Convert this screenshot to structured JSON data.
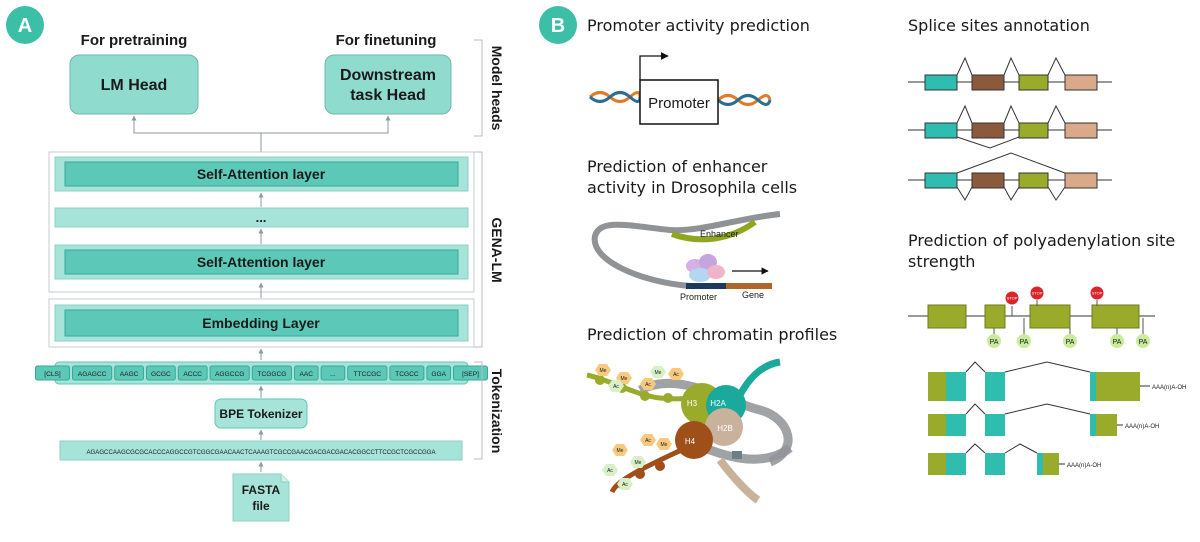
{
  "panel_a": {
    "badge": "A",
    "for_pretraining": "For pretraining",
    "for_finetuning": "For finetuning",
    "lm_head": "LM Head",
    "downstream_line1": "Downstream",
    "downstream_line2": "task Head",
    "self_attention_top": "Self-Attention layer",
    "ellipsis": "...",
    "self_attention_bottom": "Self-Attention layer",
    "embedding": "Embedding Layer",
    "tokens": [
      "[CLS]",
      "AGAGCC",
      "AAGC",
      "GCGC",
      "ACCC",
      "AGGCCG",
      "TCGGCG",
      "AAC",
      "...",
      "TTCCGC",
      "TCGCC",
      "GGA",
      "[SEP]"
    ],
    "bpe_tokenizer": "BPE Tokenizer",
    "sequence": "AGAGCCAAGCGCGCACCCAGGCCGTCGGCGAACAACTCAAAGTCGCCGAACGACGACGACACGGCCTTCCGCTCGCCGGA",
    "fasta_line1": "FASTA",
    "fasta_line2": "file",
    "side_model_heads": "Model heads",
    "side_gena_lm": "GENA-LM",
    "side_tokenization": "Tokenization"
  },
  "panel_b": {
    "badge": "B",
    "promoter_title": "Promoter activity prediction",
    "promoter_label": "Promoter",
    "enhancer_title_line1": "Prediction of enhancer",
    "enhancer_title_line2": "activity in Drosophila cells",
    "enhancer_label": "Enhancer",
    "enh_promoter_label": "Promoter",
    "gene_label": "Gene",
    "chromatin_title": "Prediction of chromatin profiles",
    "histones": [
      "H3",
      "H2A",
      "H2B",
      "H4"
    ],
    "mods": [
      "Me",
      "Me",
      "Ac",
      "Ac",
      "Me",
      "Ac",
      "Me",
      "Me",
      "Ac",
      "Me",
      "Ac",
      "Ac"
    ],
    "splice_title": "Splice sites annotation",
    "polya_title_line1": "Prediction of polyadenylation site",
    "polya_title_line2": "strength",
    "pa_labels": [
      "PA",
      "PA",
      "PA",
      "PA",
      "PA"
    ],
    "stop_labels": [
      "STOP",
      "STOP",
      "STOP"
    ],
    "polya_tail": "AAA(n)A-OH"
  },
  "colors": {
    "teal_badge": "#3dbfa7",
    "head_fill": "#8fdccf",
    "layer_fill": "#5cc9b8",
    "light_fill": "#a6e3d8",
    "olive": "#9aab2b",
    "teal_exon": "#2ebdae",
    "brown": "#8b5a3c",
    "peach": "#d9a98a",
    "stop_red": "#d9262b",
    "pa_green": "#c8ec9c"
  }
}
